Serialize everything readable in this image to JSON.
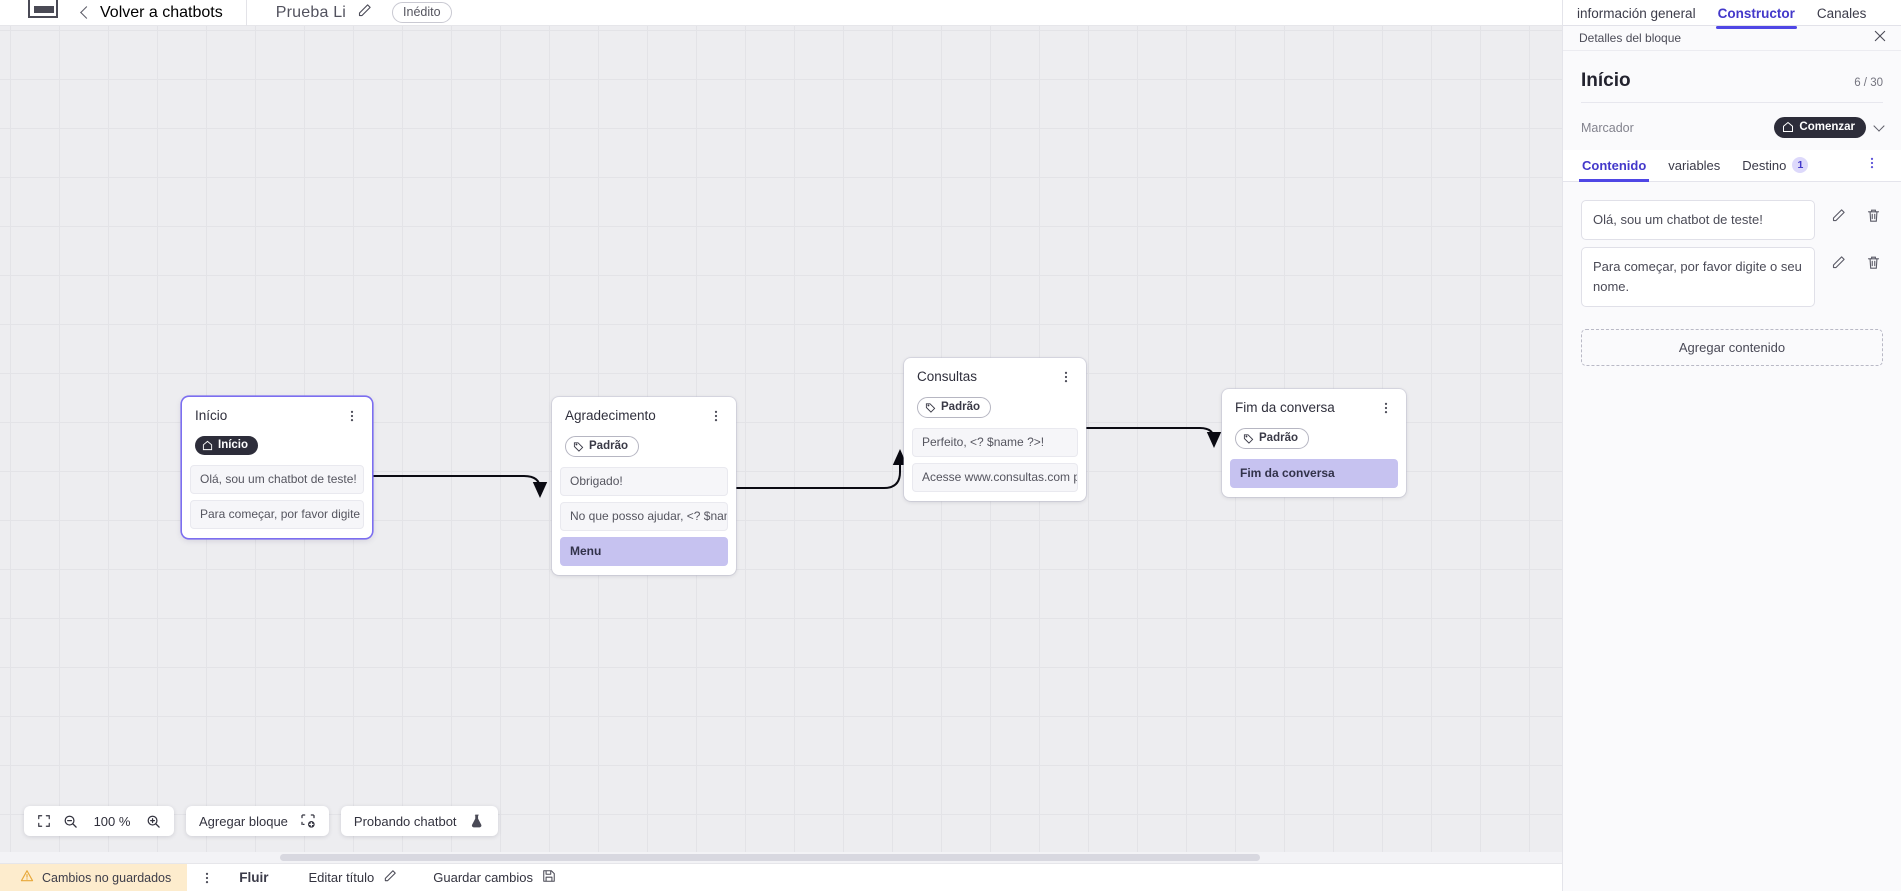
{
  "topbar": {
    "logo_icon": "app-logo-icon",
    "back_icon": "chevron-left-icon",
    "back_label": "Volver a chatbots",
    "doc_title": "Prueba Li",
    "edit_icon": "pencil-icon",
    "status_pill": "Inédito"
  },
  "panel": {
    "tabs": [
      {
        "label": "información general",
        "active": false
      },
      {
        "label": "Constructor",
        "active": true
      },
      {
        "label": "Canales",
        "active": false
      }
    ],
    "header_label": "Detalles del bloque",
    "close_icon": "close-icon",
    "block_title": "Início",
    "char_count": "6 / 30",
    "marker_label": "Marcador",
    "marker_badge": "Comenzar",
    "marker_badge_icon": "home-icon",
    "marker_chevron_icon": "chevron-down-icon",
    "subtabs": [
      {
        "label": "Contenido",
        "active": true,
        "badge": null
      },
      {
        "label": "variables",
        "active": false,
        "badge": null
      },
      {
        "label": "Destino",
        "active": false,
        "badge": "1"
      }
    ],
    "kebab_icon": "more-vertical-icon",
    "content_items": [
      {
        "text": "Olá, sou um chatbot de teste!",
        "edit_icon": "pencil-icon",
        "delete_icon": "trash-icon"
      },
      {
        "text": "Para começar, por favor digite o seu nome.",
        "edit_icon": "pencil-icon",
        "delete_icon": "trash-icon"
      }
    ],
    "add_content_label": "Agregar contenido",
    "cursor_icon": "pointing-hand-cursor"
  },
  "canvas": {
    "nodes": [
      {
        "title": "Início",
        "tag": "Início",
        "tag_style": "dark",
        "tag_icon": "home-icon",
        "selected": true,
        "kebab_icon": "more-vertical-icon",
        "messages": [
          {
            "text": "Olá, sou um chatbot de teste!",
            "accent": false
          },
          {
            "text": "Para começar, por favor digite o ...",
            "accent": false
          }
        ]
      },
      {
        "title": "Agradecimento",
        "tag": "Padrão",
        "tag_style": "light",
        "tag_icon": "tag-icon",
        "selected": false,
        "kebab_icon": "more-vertical-icon",
        "messages": [
          {
            "text": "Obrigado!",
            "accent": false
          },
          {
            "text": "No que posso ajudar, <? $name ...",
            "accent": false
          },
          {
            "text": "Menu",
            "accent": true
          }
        ]
      },
      {
        "title": "Consultas",
        "tag": "Padrão",
        "tag_style": "light",
        "tag_icon": "tag-icon",
        "selected": false,
        "kebab_icon": "more-vertical-icon",
        "messages": [
          {
            "text": "Perfeito, <? $name ?>!",
            "accent": false
          },
          {
            "text": "Acesse www.consultas.com par...",
            "accent": false
          }
        ]
      },
      {
        "title": "Fim da conversa",
        "tag": "Padrão",
        "tag_style": "light",
        "tag_icon": "tag-icon",
        "selected": false,
        "kebab_icon": "more-vertical-icon",
        "messages": [
          {
            "text": "Fim da conversa",
            "accent": true
          }
        ]
      }
    ],
    "toolbar": {
      "fit_icon": "fit-screen-icon",
      "zoom_out_icon": "zoom-out-icon",
      "zoom_value": "100 %",
      "zoom_in_icon": "zoom-in-icon",
      "add_block_label": "Agregar bloque",
      "add_block_icon": "add-block-icon",
      "test_chatbot_label": "Probando chatbot",
      "test_chatbot_icon": "flask-icon"
    }
  },
  "statusbar": {
    "unsaved_icon": "warning-icon",
    "unsaved_label": "Cambios no guardados",
    "kebab_icon": "more-vertical-icon",
    "flow_tab": "Fluir",
    "edit_title_label": "Editar título",
    "edit_title_icon": "pencil-icon",
    "save_label": "Guardar cambios",
    "save_icon": "save-icon"
  },
  "colors": {
    "accent": "#4f46e5",
    "dark_badge": "#2d2d3a",
    "accent_soft": "#c6c2f0",
    "warning_bg": "#fdeccd",
    "canvas_bg": "#ededf0"
  }
}
